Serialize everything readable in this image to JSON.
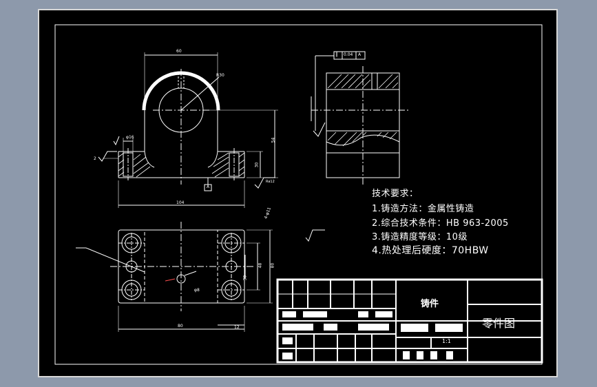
{
  "drawing": {
    "dimensions": {
      "front_width_top": "60",
      "front_radius": "R30",
      "front_base_width": "104",
      "front_height_a": "54",
      "front_height_b": "30",
      "front_hole": "φ16",
      "front_small": "2",
      "top_length": "80",
      "top_width": "48",
      "top_height_a": "80",
      "top_inner": "30",
      "top_end": "12",
      "top_hole": "φ8"
    },
    "roughness_label": "Ra12",
    "datum_label": "A",
    "tolerance_frame": [
      "∥",
      "0.04",
      "A"
    ],
    "side_text": "4-φ11"
  },
  "requirements": {
    "title": "技术要求：",
    "items": [
      "1.铸造方法：金属性铸造",
      "2.综合技术条件：HB 963-2005",
      "3.铸造精度等级：10级",
      "4.热处理后硬度：70HBW"
    ]
  },
  "title_block": {
    "part_name": "铸件",
    "drawing_title": "零件图",
    "scale": "1:1"
  }
}
